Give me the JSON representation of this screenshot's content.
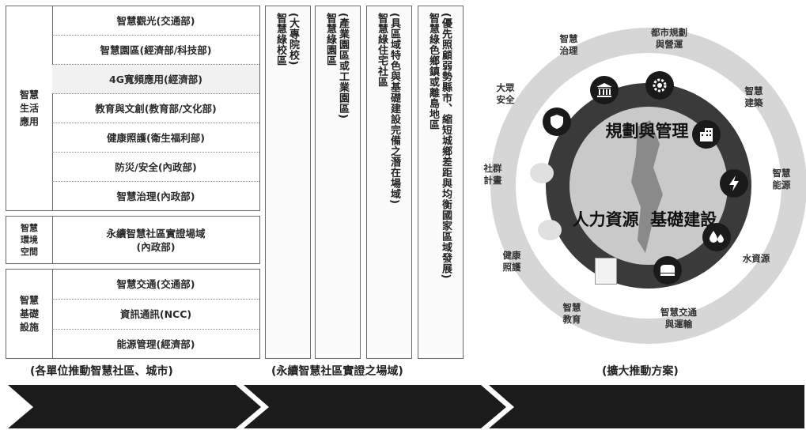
{
  "groups": [
    {
      "label": "智慧\n生活\n應用",
      "items": [
        "智慧觀光(交通部)",
        "智慧園區(經濟部/科技部)",
        "4G寬頻應用(經濟部)",
        "教育與文創(教育部/文化部)",
        "健康照護(衛生福利部)",
        "防災/安全(內政部)",
        "智慧治理(內政部)"
      ]
    },
    {
      "label": "智慧\n環境\n空間",
      "items": [
        "永續智慧社區實證場域\n(內政部)"
      ]
    },
    {
      "label": "智慧\n基礎\n設施",
      "items": [
        "智慧交通(交通部)",
        "資訊通訊(NCC)",
        "能源管理(經濟部)"
      ]
    }
  ],
  "columns": [
    {
      "lines": [
        "智慧綠校區",
        "(大專院校)"
      ]
    },
    {
      "lines": [
        "智慧綠園區",
        "(產業園區或工業園區)"
      ]
    },
    {
      "lines": [
        "智慧綠住宅社區",
        "(具區域特色與基礎建設完備之潛在場域)"
      ]
    },
    {
      "lines": [
        "智慧綠色鄉鎮或離島地區",
        "(優先照顧弱勢縣市、縮短城鄉差距與均衡國家區域發展)"
      ]
    }
  ],
  "captions": {
    "left": "(各單位推動智慧社區、城市)",
    "middle": "(永續智慧社區實證之場域)",
    "right": "(擴大推動方案)"
  },
  "circle": {
    "center_top": "規劃與管理",
    "center_bottom": "人力資源  基礎建設",
    "nodes": [
      {
        "label": "都市規劃\n與營運",
        "icon": "gear-icon"
      },
      {
        "label": "智慧\n建築",
        "icon": "building-icon"
      },
      {
        "label": "智慧\n能源",
        "icon": "lightning-icon"
      },
      {
        "label": "水資源",
        "icon": "water-drop-icon"
      },
      {
        "label": "智慧交通\n與運輸",
        "icon": "vehicle-icon"
      },
      {
        "label": "智慧\n教育",
        "icon": "book-icon"
      },
      {
        "label": "健康\n照護",
        "icon": "hands-icon"
      },
      {
        "label": "社群\n計畫",
        "icon": "community-icon"
      },
      {
        "label": "大眾\n安全",
        "icon": "shield-icon"
      },
      {
        "label": "智慧\n治理",
        "icon": "government-icon"
      }
    ]
  },
  "colors": {
    "arrow": "#1a1a1a",
    "ring": "#c8c8c8",
    "icon": "#1a1a1a",
    "border": "#6a6a6a"
  }
}
